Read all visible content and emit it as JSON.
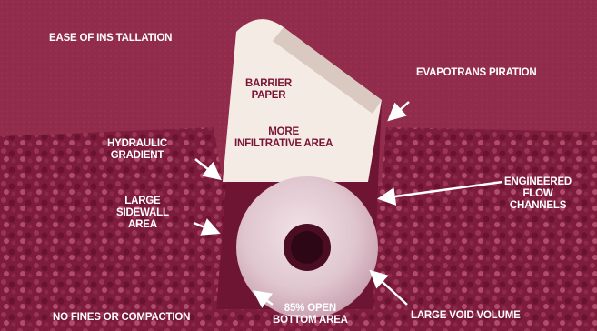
{
  "labels": {
    "ease_of_installation": "EASE OF INS TALLATION",
    "evapotranspiration": "EVAPOTRANS PIRATION",
    "barrier_paper": "BARRIER\nPAPER",
    "more_infiltrative_area": "MORE\nINFILTRATIVE AREA",
    "hydraulic_gradient": "HYDRAULIC\nGRADIENT",
    "large_sidewall_area": "LARGE\nSIDEWALL\nAREA",
    "engineered_flow_channels": "ENGINEERED\nFLOW\nCHANNELS",
    "no_fines_or_compaction": "NO FINES OR COMPACTION",
    "open_bottom_area": "85% OPEN\nBOTTOM AREA",
    "large_void_volume": "LARGE VOID VOLUME"
  },
  "colors": {
    "maroon_dark": "#6e1534",
    "maroon": "#8e2446",
    "maroon_light": "#a8405f",
    "paper": "#f4ece4",
    "label_text": "#ffffff"
  }
}
